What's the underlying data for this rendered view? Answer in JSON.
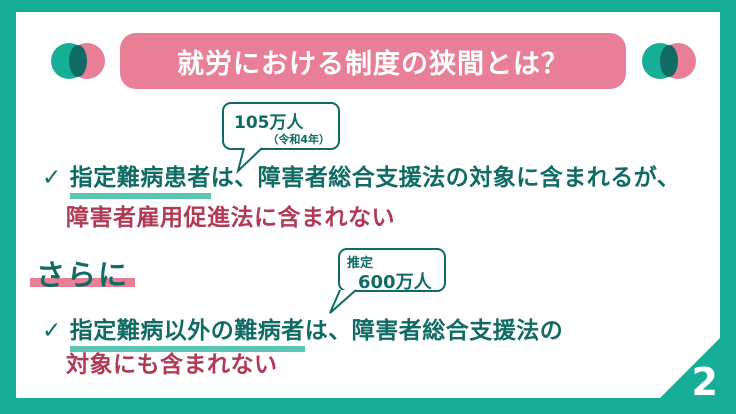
{
  "slide": {
    "title": "就労における制度の狭間とは？",
    "page_number": "2",
    "colors": {
      "frame_teal": "#17ae98",
      "dark_teal": "#0f6b63",
      "pink": "#e87f97",
      "crimson": "#b03a55",
      "highlight_teal": "#5cc6b4",
      "white": "#ffffff"
    },
    "decorations": {
      "left_icon": "venn-circles-icon",
      "right_icon": "venn-circles-icon"
    }
  },
  "point1": {
    "check": "✓",
    "subject": "指定難病患者",
    "rest": "は、障害者総合支援法の対象に含まれるが、",
    "line2": "障害者雇用促進法に含まれない",
    "bubble": {
      "value": "105万人",
      "note": "（令和4年）"
    }
  },
  "furthermore": "さらに",
  "point2": {
    "check": "✓",
    "subject": "指定難病以外の難病者",
    "rest": "は、障害者総合支援法の",
    "line2": "対象にも含まれない",
    "bubble": {
      "label": "推定",
      "value": "600万人"
    }
  }
}
